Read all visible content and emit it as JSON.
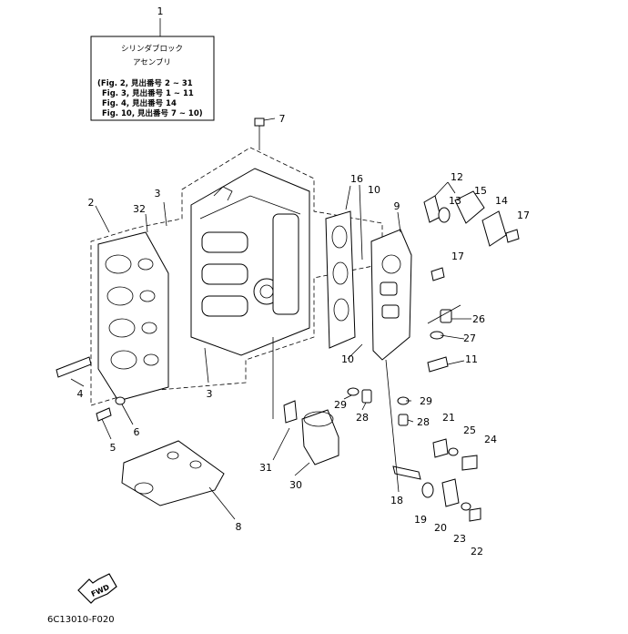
{
  "title_box": {
    "line1": "シリンダブロック",
    "line2": "アセンブリ",
    "refs": [
      "(Fig. 2, 見出番号 2 ~ 31",
      "Fig. 3, 見出番号 1 ~ 11",
      "Fig. 4, 見出番号 14",
      "Fig. 10, 見出番号 7 ~ 10)"
    ]
  },
  "callouts": {
    "c1": "1",
    "c2": "2",
    "c3a": "3",
    "c3b": "3",
    "c4": "4",
    "c5": "5",
    "c6": "6",
    "c7": "7",
    "c8": "8",
    "c9": "9",
    "c10a": "10",
    "c10b": "10",
    "c11": "11",
    "c12": "12",
    "c13": "13",
    "c14": "14",
    "c15": "15",
    "c16": "16",
    "c17a": "17",
    "c17b": "17",
    "c18": "18",
    "c19": "19",
    "c20": "20",
    "c21": "21",
    "c22": "22",
    "c23": "23",
    "c24": "24",
    "c25": "25",
    "c26": "26",
    "c27": "27",
    "c28a": "28",
    "c28b": "28",
    "c29a": "29",
    "c29b": "29",
    "c30": "30",
    "c31": "31",
    "c32": "32"
  },
  "fwd_label": "FWD",
  "figure_code": "6C13010-F020"
}
